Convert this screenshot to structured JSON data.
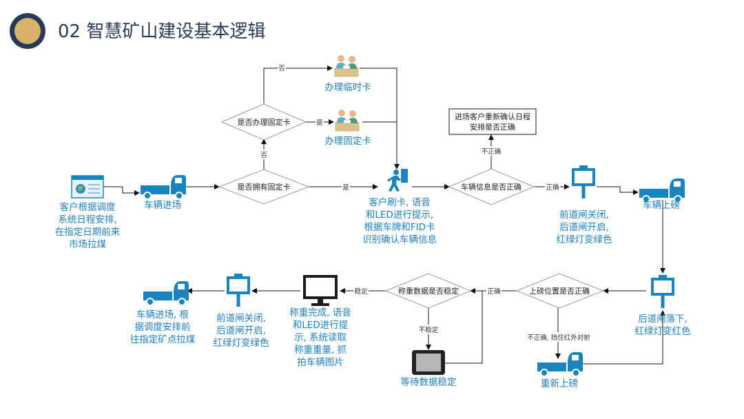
{
  "header": {
    "title": "02 智慧矿山建设基本逻辑",
    "colors": {
      "accent": "#d8b46a",
      "ring": "#2a3a56"
    }
  },
  "colors": {
    "truck": "#1985c0",
    "label": "#1e7fc0"
  },
  "nodes": {
    "customer_schedule": [
      "客户根据调度",
      "系统日程安排,",
      "在指定日期前来",
      "市场拉煤"
    ],
    "vehicle_enter": [
      "车辆进场"
    ],
    "temp_card": [
      "办理临时卡"
    ],
    "fixed_card_issue": [
      "办理固定卡"
    ],
    "card_swipe": [
      "客户刷卡, 语音",
      "和LED进行提示,",
      "根据车牌和FID卡",
      "识别确认车辆信息"
    ],
    "gate_front_close": [
      "前道闸关闭,",
      "后道闸开启,",
      "红绿灯变绿色"
    ],
    "vehicle_weigh": [
      "车辆上磅"
    ],
    "rear_gate_down": [
      "后道闸落下,",
      "红绿灯变红色"
    ],
    "re_weigh": [
      "重新上磅"
    ],
    "wait_stable": [
      "等待数据稳定"
    ],
    "weigh_done": [
      "称重完成, 语音",
      "和LED进行提",
      "示, 系统读取",
      "称重重量, 抓",
      "拍车辆图片"
    ],
    "gate_release": [
      "前道闸关闭,",
      "后道闸开启,",
      "红绿灯变绿色"
    ],
    "vehicle_exit": [
      "车辆进场, 根",
      "据调度安排前",
      "往指定矿点拉煤"
    ],
    "reconfirm_box": [
      "进场客户重新确认日程",
      "安排是否正确"
    ]
  },
  "decisions": {
    "has_fixed_card": "是否拥有固定卡",
    "do_fixed_card": "是否办理固定卡",
    "vehicle_info_ok": "车辆信息是否正确",
    "position_ok": "上磅位置是否正确",
    "data_stable": "称重数据是否稳定"
  },
  "edges": {
    "no_top": "否",
    "no_mid": "否",
    "yes_fixed": "是",
    "yes_has": "是",
    "wrong_info": "不正确",
    "correct_info": "正确",
    "correct_pos": "正确",
    "wrong_pos": "不正确, 挡住红外对射",
    "stable": "稳定",
    "unstable": "不稳定"
  }
}
